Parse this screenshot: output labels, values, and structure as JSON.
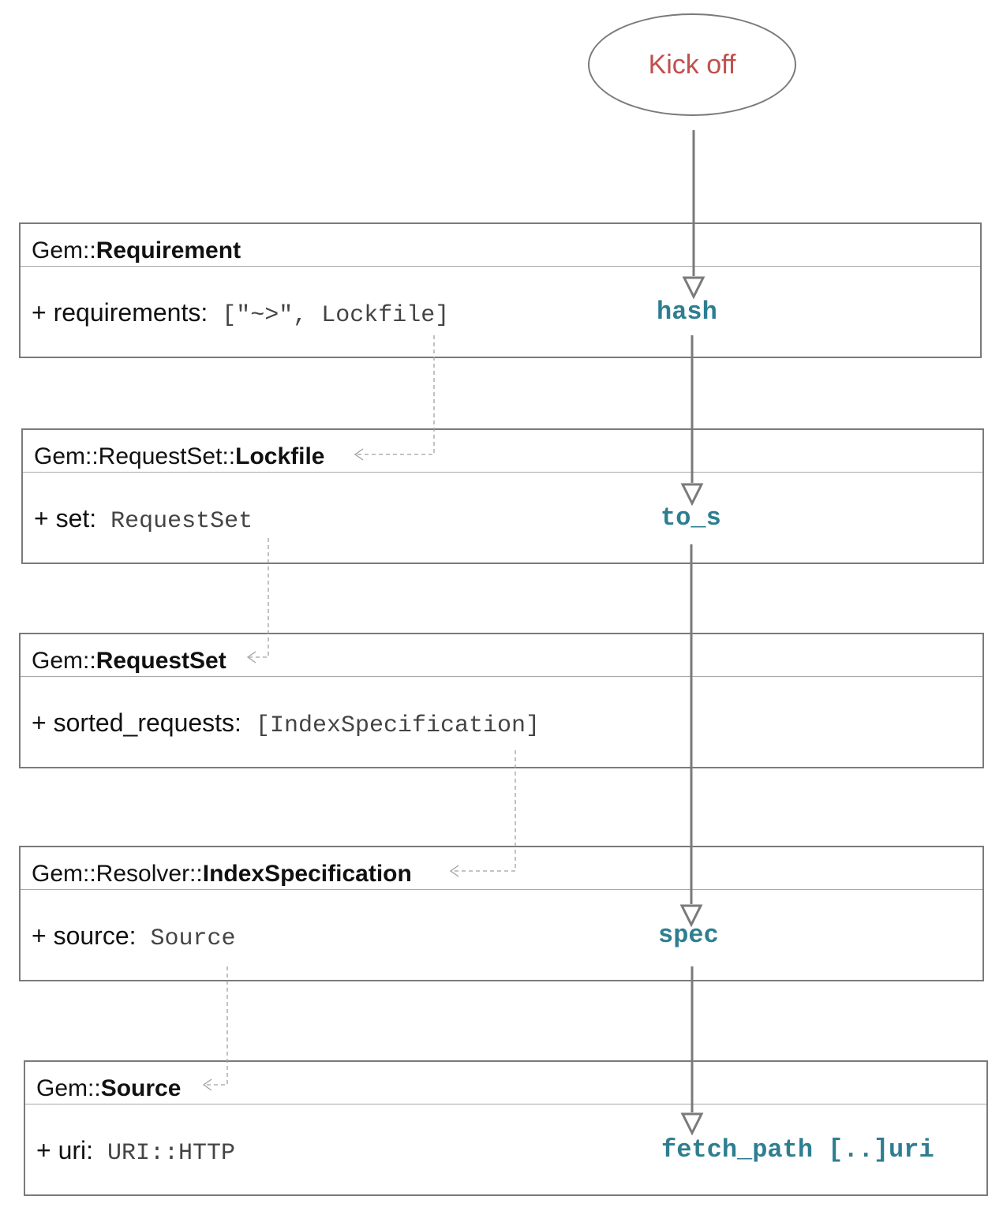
{
  "start": {
    "label": "Kick off"
  },
  "classes": [
    {
      "namespace": "Gem::",
      "name": "Requirement",
      "attr_name": "+ requirements:",
      "attr_type": " [\"~>\", Lockfile]",
      "method": "hash"
    },
    {
      "namespace": "Gem::RequestSet::",
      "name": "Lockfile",
      "attr_name": "+ set:",
      "attr_type": " RequestSet",
      "method": "to_s"
    },
    {
      "namespace": "Gem::",
      "name": "RequestSet",
      "attr_name": "+ sorted_requests:",
      "attr_type": " [IndexSpecification]",
      "method": ""
    },
    {
      "namespace": "Gem::Resolver::",
      "name": "IndexSpecification",
      "attr_name": "+ source:",
      "attr_type": " Source",
      "method": "spec"
    },
    {
      "namespace": "Gem::",
      "name": "Source",
      "attr_name": "+ uri:",
      "attr_type": " URI::HTTP",
      "method": "fetch_path [..]uri"
    }
  ],
  "colors": {
    "start_text": "#c0504d",
    "method_text": "#2e7e91",
    "line": "#7a7a7a"
  }
}
